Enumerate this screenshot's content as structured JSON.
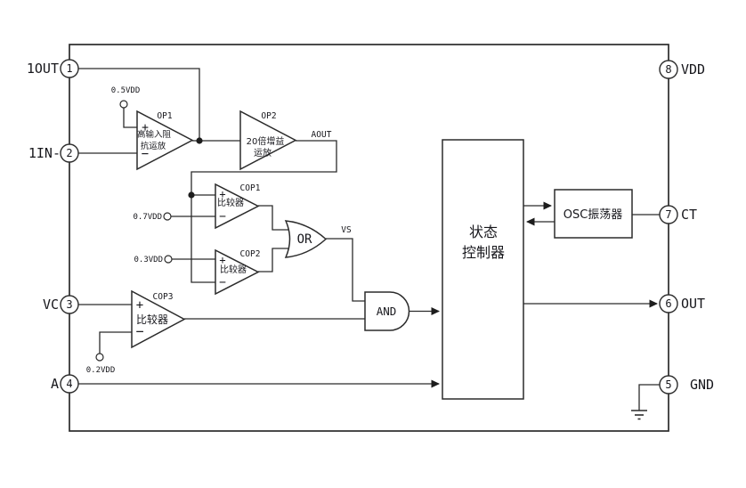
{
  "colors": {
    "line": "#2b2b2b",
    "text": "#17171c",
    "background": "#ffffff"
  },
  "pins": {
    "left": [
      {
        "number": "1",
        "label": "1OUT"
      },
      {
        "number": "2",
        "label": "1IN-"
      },
      {
        "number": "3",
        "label": "VC"
      },
      {
        "number": "4",
        "label": "A"
      }
    ],
    "right": [
      {
        "number": "8",
        "label": "VDD"
      },
      {
        "number": "7",
        "label": "CT"
      },
      {
        "number": "6",
        "label": "OUT"
      },
      {
        "number": "5",
        "label": "GND"
      }
    ]
  },
  "components": {
    "op1": {
      "id": "OP1",
      "line1": "高输入阻",
      "line2": "抗运放"
    },
    "op2": {
      "id": "OP2",
      "line1": "20倍增益",
      "line2": "运放"
    },
    "cop1": {
      "id": "COP1",
      "label": "比较器"
    },
    "cop2": {
      "id": "COP2",
      "label": "比较器"
    },
    "cop3": {
      "id": "COP3",
      "label": "比较器"
    },
    "or_gate": {
      "label": "OR"
    },
    "and_gate": {
      "label": "AND"
    },
    "state_controller": {
      "line1": "状态",
      "line2": "控制器"
    },
    "oscillator": {
      "label": "OSC振荡器"
    }
  },
  "references": {
    "r05": "0.5VDD",
    "r07": "0.7VDD",
    "r03": "0.3VDD",
    "r02": "0.2VDD"
  },
  "signals": {
    "aout": "AOUT",
    "vs": "VS"
  },
  "symbols": {
    "plus": "+",
    "minus": "−"
  }
}
